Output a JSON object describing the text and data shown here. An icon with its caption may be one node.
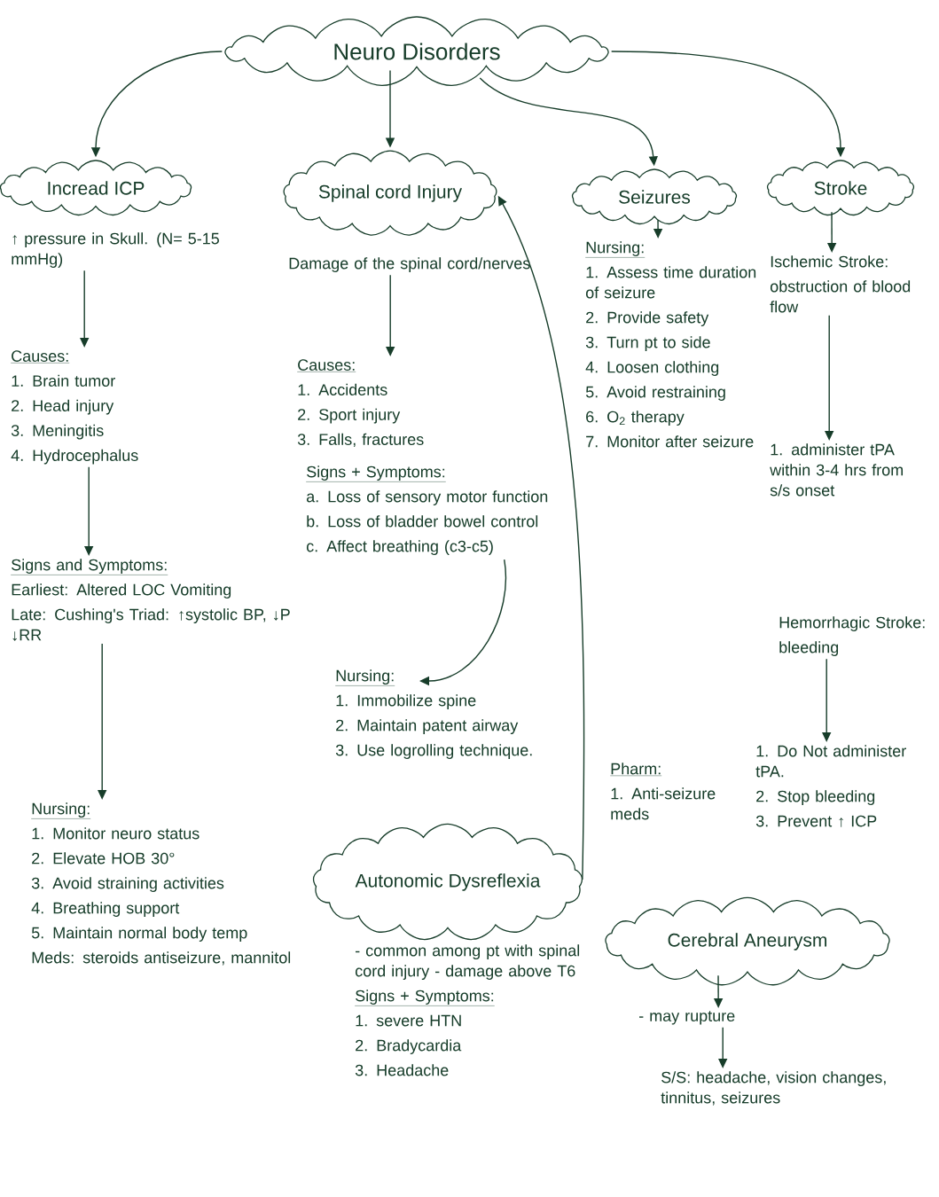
{
  "diagram": {
    "nodes": [
      {
        "text": [
          "Neuro Disorders"
        ]
      },
      {
        "text": [
          "Incread ICP"
        ]
      },
      {
        "text": [
          "Spinal cord Injury"
        ]
      },
      {
        "text": [
          "Seizures"
        ]
      },
      {
        "text": [
          "Stroke"
        ]
      },
      {
        "text": [
          "↑ pressure in Skull. (N= 5-15 mmHg)"
        ]
      },
      {
        "text": [
          "Causes:",
          "1. Brain tumor",
          "2. Head injury",
          "3. Meningitis",
          "4. Hydrocephalus"
        ]
      },
      {
        "text": [
          "Signs and Symptoms:",
          "Earliest: Altered LOC Vomiting",
          "Late: Cushing's Triad: ↑systolic BP, ↓P ↓RR"
        ]
      },
      {
        "text": [
          "Nursing:",
          "1. Monitor neuro status",
          "2. Elevate HOB 30°",
          "3. Avoid straining activities",
          "4. Breathing support",
          "5. Maintain normal body temp",
          "Meds: steroids antiseizure, mannitol"
        ]
      },
      {
        "text": [
          "Damage of the spinal cord/nerves"
        ]
      },
      {
        "text": [
          "Causes:",
          "1. Accidents",
          "2. Sport injury",
          "3. Falls, fractures"
        ]
      },
      {
        "text": [
          "Signs + Symptoms:",
          "a. Loss of sensory motor function",
          "b. Loss of bladder bowel control",
          "c. Affect breathing (c3-c5)"
        ]
      },
      {
        "text": [
          "Nursing:",
          "1. Immobilize spine",
          "2. Maintain patent airway",
          "3. Use logrolling technique."
        ]
      },
      {
        "text": [
          "Autonomic Dysreflexia"
        ]
      },
      {
        "text": [
          "Nursing:",
          "1. Assess time duration of seizure",
          "2. Provide safety",
          "3. Turn pt to side",
          "4. Loosen clothing",
          "5. Avoid restraining",
          "6. O$_{2}$ therapy",
          "7. Monitor after seizure"
        ]
      },
      {
        "text": [
          "Ischemic Stroke:",
          "obstruction of blood flow"
        ]
      },
      {
        "text": [
          "1. administer tPA within 3-4 hrs from s/s onset"
        ]
      },
      {
        "text": [
          "Hemorrhagic Stroke:",
          "bleeding"
        ]
      },
      {
        "text": [
          "1. Do Not administer tPA.",
          "2. Stop bleeding",
          "3. Prevent ↑ ICP"
        ]
      },
      {
        "text": [
          "Cerebral Aneurysm"
        ]
      },
      {
        "text": [
          "- may rupture"
        ]
      },
      {
        "text": [
          "S/S: headache, vision changes, tinnitus, seizures"
        ]
      }
    ],
    "edges": [
      {
        "from": 0,
        "to": 1,
        "arrow": "to"
      },
      {
        "from": 0,
        "to": 2,
        "arrow": "to"
      },
      {
        "from": 0,
        "to": 3,
        "arrow": "to"
      },
      {
        "from": 0,
        "to": 4,
        "arrow": "to"
      },
      {
        "from": 5,
        "to": 6,
        "arrow": "to"
      },
      {
        "from": 6,
        "to": 7,
        "arrow": "to"
      },
      {
        "from": 7,
        "to": 8,
        "arrow": "to"
      },
      {
        "from": 9,
        "to": 10,
        "arrow": "to"
      },
      {
        "from": 11,
        "to": 12,
        "arrow": "to"
      },
      {
        "from": 13,
        "to": 2,
        "arrow": "to"
      },
      {
        "from": 3,
        "to": 14,
        "arrow": "to"
      },
      {
        "from": 4,
        "to": 15,
        "arrow": "to"
      },
      {
        "from": 15,
        "to": 16,
        "arrow": "to"
      },
      {
        "from": 17,
        "to": 18,
        "arrow": "to"
      },
      {
        "from": 19,
        "to": 20,
        "arrow": "to"
      },
      {
        "from": 20,
        "to": 21,
        "arrow": "to"
      }
    ],
    "labels": [
      "- common among pt with spinal cord injury - damage above T6",
      "Signs + Symptoms:",
      "1. severe HTN",
      "2. Bradycardia",
      "3. Headache",
      "Pharm:",
      "1. Anti-seizure meds"
    ]
  }
}
